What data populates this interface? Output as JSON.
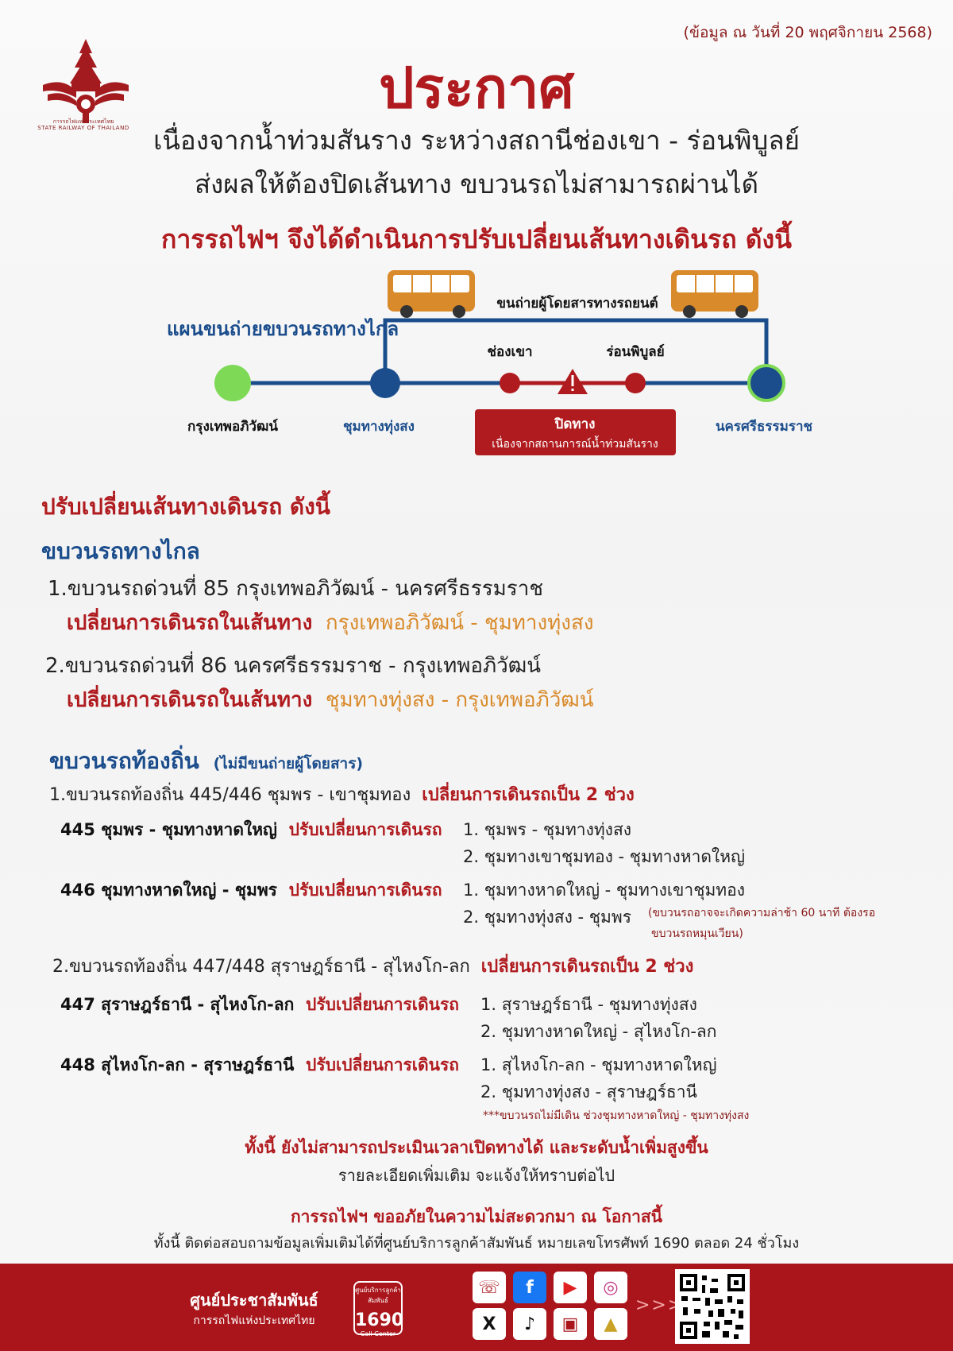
{
  "header": {
    "date_note": "(ข้อมูล ณ วันที่ 20 พฤศจิกายน 2568)",
    "logo_line1": "การรถไฟแห่งประเทศไทย",
    "logo_line2": "STATE RAILWAY OF THAILAND",
    "title": "ประกาศ",
    "subtitle1": "เนื่องจากน้ำท่วมสันราง ระหว่างสถานีช่องเขา - ร่อนพิบูลย์",
    "subtitle2": "ส่งผลให้ต้องปิดเส้นทาง ขบวนรถไม่สามารถผ่านได้",
    "subtitle3": "การรถไฟฯ จึงได้ดำเนินการปรับเปลี่ยนเส้นทางเดินรถ ดังนี้"
  },
  "diagram": {
    "plan_title": "แผนขนถ่ายขบวนรถทางไกล",
    "bus_label": "ขนถ่ายผู้โดยสารทางรถยนต์",
    "stations": [
      "กรุงเทพอภิวัฒน์",
      "ชุมทางทุ่งสง",
      "ช่องเขา",
      "ร่อนพิบูลย์",
      "นครศรีธรรมราช"
    ],
    "closed_label": "ปิดทาง",
    "closed_reason": "เนื่องจากสถานการณ์น้ำท่วมสันราง",
    "colors": {
      "line": "#1b4d8c",
      "closed": "#b01b1f",
      "start": "#7ed957",
      "bus": "#d98a2b"
    }
  },
  "section": {
    "heading": "ปรับเปลี่ยนเส้นทางเดินรถ ดังนี้",
    "long_distance": {
      "title": "ขบวนรถทางไกล",
      "items": [
        {
          "line": "1.ขบวนรถด่วนที่  85  กรุงเทพอภิวัฒน์ - นครศรีธรรมราช",
          "change_label": "เปลี่ยนการเดินรถในเส้นทาง",
          "change_route": "กรุงเทพอภิวัฒน์ - ชุมทางทุ่งสง"
        },
        {
          "line": "2.ขบวนรถด่วนที่ 86 นครศรีธรรมราช - กรุงเทพอภิวัฒน์",
          "change_label": "เปลี่ยนการเดินรถในเส้นทาง",
          "change_route": "ชุมทางทุ่งสง - กรุงเทพอภิวัฒน์"
        }
      ]
    },
    "local": {
      "title": "ขบวนรถท้องถิ่น",
      "title_note": "(ไม่มีขนถ่ายผู้โดยสาร)",
      "groups": [
        {
          "line": "1.ขบวนรถท้องถิ่น 445/446  ชุมพร - เขาชุมทอง",
          "change": "เปลี่ยนการเดินรถเป็น 2 ช่วง",
          "trains": [
            {
              "name": "445 ชุมพร - ชุมทางหาดใหญ่",
              "action": "ปรับเปลี่ยนการเดินรถ",
              "items": [
                "1.  ชุมพร - ชุมทางทุ่งสง",
                "2.  ชุมทางเขาชุมทอง - ชุมทางหาดใหญ่"
              ]
            },
            {
              "name": "446 ชุมทางหาดใหญ่ - ชุมพร",
              "action": "ปรับเปลี่ยนการเดินรถ",
              "items": [
                "1.  ชุมทางหาดใหญ่ - ชุมทางเขาชุมทอง",
                "2.  ชุมทางทุ่งสง - ชุมพร"
              ],
              "note1": "(ขบวนรถอาจจะเกิดความล่าช้า 60 นาที ต้องรอ",
              "note2": "ขบวนรถหมุนเวียน)"
            }
          ]
        },
        {
          "line": "2.ขบวนรถท้องถิ่น 447/448  สุราษฎร์ธานี - สุไหงโก-ลก",
          "change": "เปลี่ยนการเดินรถเป็น 2 ช่วง",
          "trains": [
            {
              "name": "447 สุราษฎร์ธานี - สุไหงโก-ลก",
              "action": "ปรับเปลี่ยนการเดินรถ",
              "items": [
                "1.  สุราษฎร์ธานี - ชุมทางทุ่งสง",
                "2. ชุมทางหาดใหญ่ - สุไหงโก-ลก"
              ]
            },
            {
              "name": "448 สุไหงโก-ลก - สุราษฎร์ธานี",
              "action": "ปรับเปลี่ยนการเดินรถ",
              "items": [
                "1.  สุไหงโก-ลก - ชุมทางหาดใหญ่",
                "2. ชุมทางทุ่งสง - สุราษฎร์ธานี"
              ],
              "note1": "***ขบวนรถไม่มีเดิน ช่วงชุมทางหาดใหญ่ - ชุมทางทุ่งสง"
            }
          ]
        }
      ]
    }
  },
  "closing": {
    "warning": "ทั้งนี้ ยังไม่สามารถประเมินเวลาเปิดทางได้ และระดับน้ำเพิ่มสูงขึ้น",
    "more_info": "รายละเอียดเพิ่มเติม จะแจ้งให้ทราบต่อไป",
    "apology": "การรถไฟฯ ขออภัยในความไม่สะดวกมา ณ โอกาสนี้",
    "contact": "ทั้งนี้ ติดต่อสอบถามข้อมูลเพิ่มเติมได้ที่ศูนย์บริการลูกค้าสัมพันธ์  หมายเลขโทรศัพท์ 1690 ตลอด 24 ชั่วโมง"
  },
  "footer": {
    "center_name": "ศูนย์ประชาสัมพันธ์",
    "org_name": "การรถไฟแห่งประเทศไทย",
    "hotline_caption": "ศูนย์บริการลูกค้าสัมพันธ์",
    "hotline_number": "1690",
    "hotline_sub": "Call Center",
    "social_icons": [
      "chat-icon",
      "facebook-icon",
      "youtube-icon",
      "instagram-icon",
      "x-icon",
      "tiktok-icon",
      "train-app-icon",
      "d-ticket-icon"
    ],
    "arrows": ">>>",
    "colors": {
      "bar": "#a9151b"
    }
  }
}
